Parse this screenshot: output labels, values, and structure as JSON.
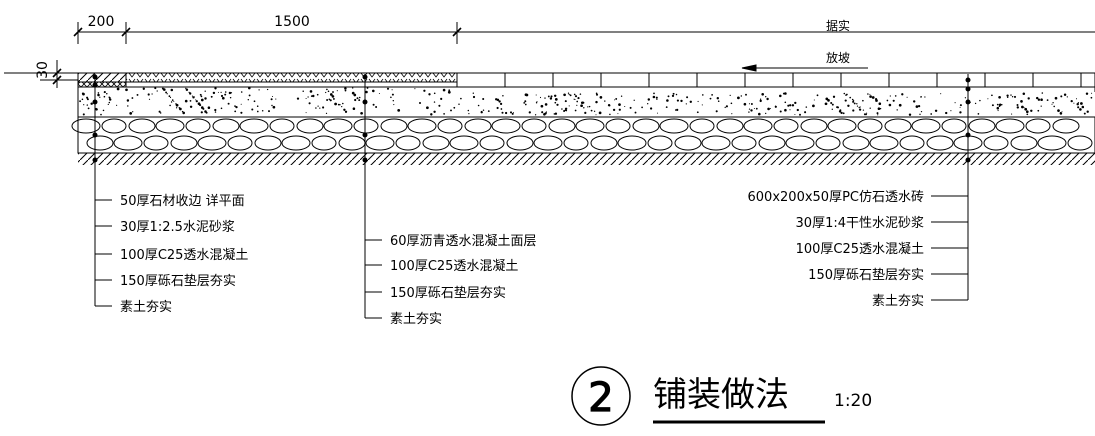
{
  "dimensions": {
    "d200": "200",
    "d1500": "1500",
    "d30": "30"
  },
  "notes": {
    "compact": "据实",
    "slope": "放坡"
  },
  "left_callout": [
    "50厚石材收边  详平面",
    "30厚1:2.5水泥砂浆",
    "100厚C25透水混凝土",
    "150厚砾石垫层夯实",
    "素土夯实"
  ],
  "middle_callout": [
    "60厚沥青透水混凝土面层",
    "100厚C25透水混凝土",
    "150厚砾石垫层夯实",
    "素土夯实"
  ],
  "right_callout": [
    "600x200x50厚PC仿石透水砖",
    "30厚1:4干性水泥砂浆",
    "100厚C25透水混凝土",
    "150厚砾石垫层夯实",
    "素土夯实"
  ],
  "title": {
    "number": "2",
    "text": "铺装做法",
    "scale": "1:20"
  }
}
